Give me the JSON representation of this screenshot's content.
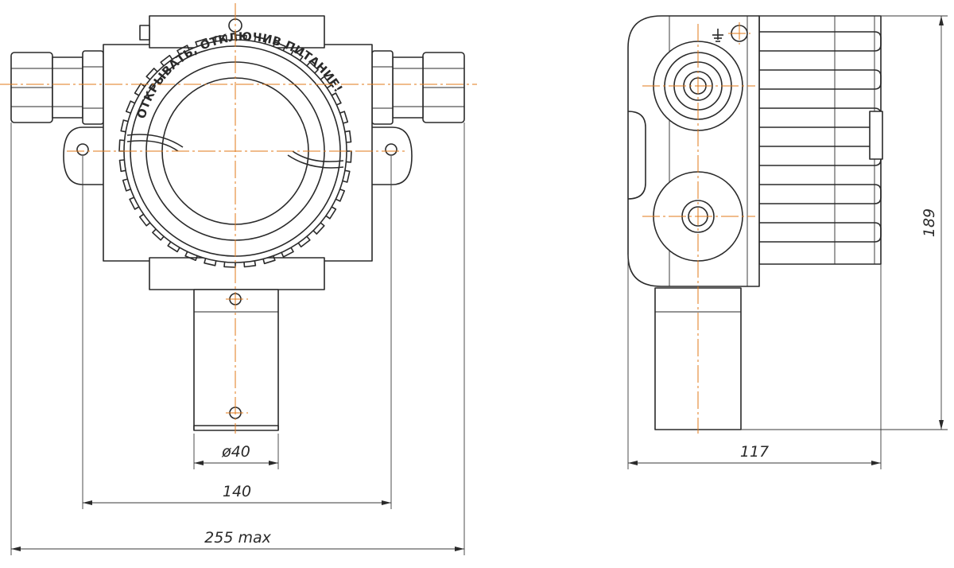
{
  "cover_warning": "ОТКРЫВАТЬ, ОТКЛЮЧИВ ПИТАНИЕ!",
  "dimensions": {
    "sensor_diameter": "ø40",
    "mount_hole_spacing": "140",
    "overall_width": "255 max",
    "depth": "117",
    "height": "189"
  }
}
